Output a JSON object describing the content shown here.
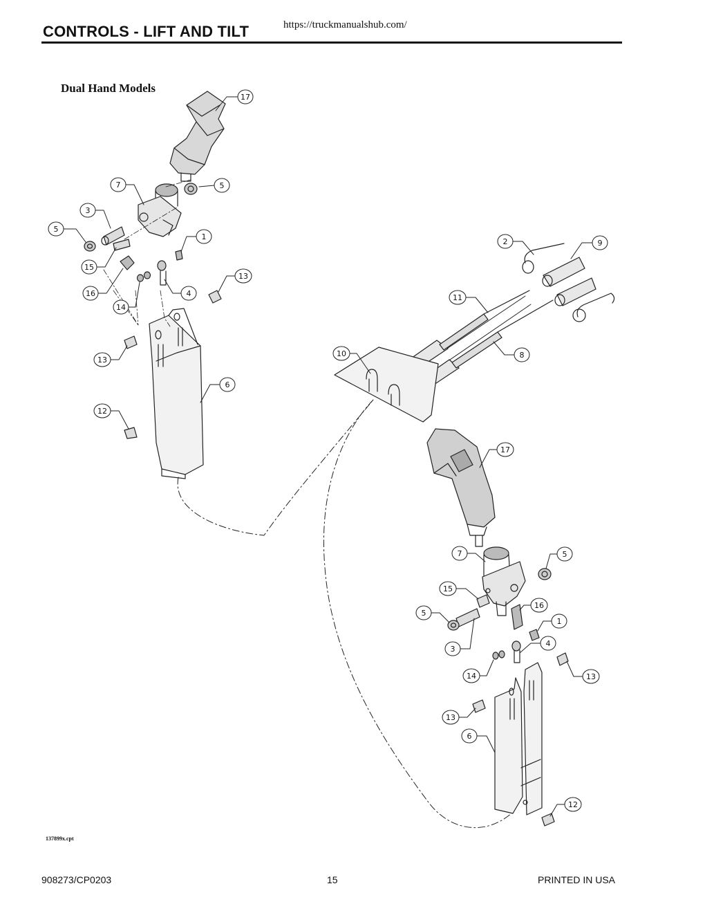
{
  "header": {
    "title": "CONTROLS - LIFT AND TILT",
    "url": "https://truckmanualshub.com/"
  },
  "figure": {
    "subtitle": "Dual Hand Models",
    "figure_id": "137899x.cpt",
    "callouts": {
      "c1": "17",
      "c2": "7",
      "c3": "5",
      "c4": "3",
      "c5": "5",
      "c6": "1",
      "c7": "15",
      "c8": "16",
      "c9": "14",
      "c10": "4",
      "c11": "13",
      "c12": "13",
      "c13": "6",
      "c14": "12",
      "c15": "2",
      "c16": "9",
      "c17": "11",
      "c18": "10",
      "c19": "8",
      "c20": "17",
      "c21": "7",
      "c22": "5",
      "c23": "15",
      "c24": "16",
      "c25": "5",
      "c26": "1",
      "c27": "3",
      "c28": "4",
      "c29": "14",
      "c30": "13",
      "c31": "13",
      "c32": "6",
      "c33": "12"
    }
  },
  "footer": {
    "doc_number": "908273/CP0203",
    "page_number": "15",
    "printed": "PRINTED IN USA"
  }
}
